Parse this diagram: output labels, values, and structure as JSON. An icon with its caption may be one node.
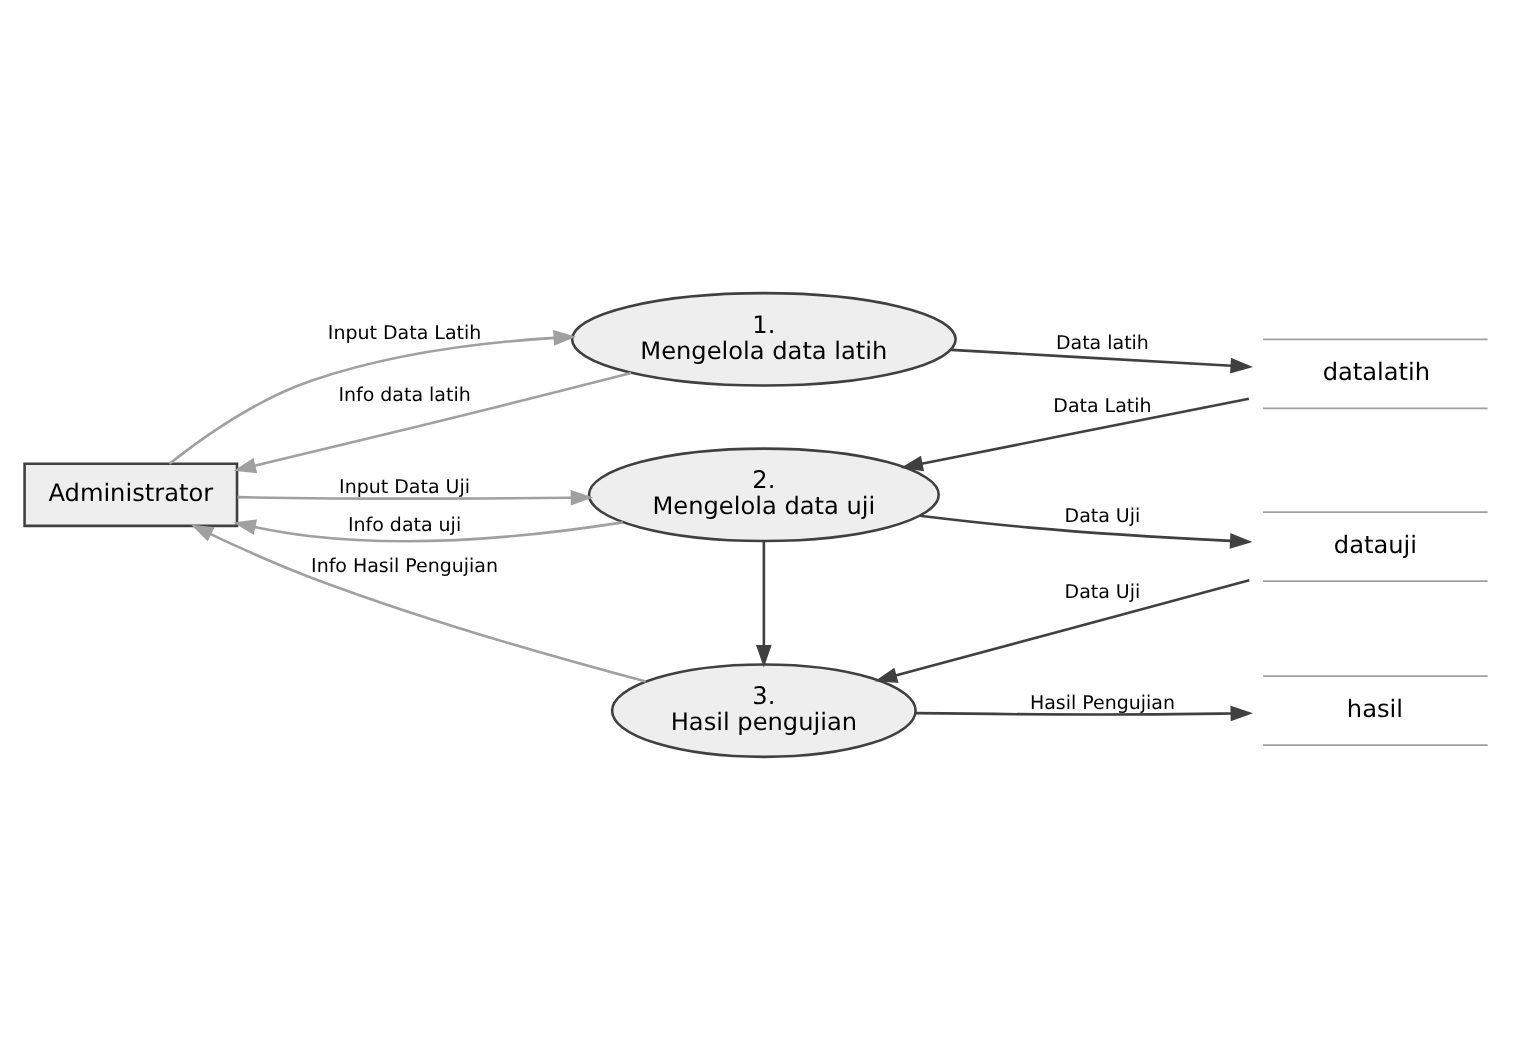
{
  "diagram": {
    "nodes": [
      {
        "text": [
          "Administrator"
        ]
      },
      {
        "text": [
          "1.",
          "Mengelola data latih"
        ]
      },
      {
        "text": [
          "datalatih"
        ]
      },
      {
        "text": [
          "2.",
          "Mengelola data uji"
        ]
      },
      {
        "text": [
          "datauji"
        ]
      },
      {
        "text": [
          "3.",
          "Hasil pengujian"
        ]
      },
      {
        "text": [
          "hasil"
        ]
      }
    ],
    "edges": [
      {
        "from": 0,
        "to": 1,
        "arrow": "to",
        "label": "Input Data Latih",
        "color": "#a0a0a0"
      },
      {
        "from": 1,
        "to": 0,
        "arrow": "to",
        "label": "Info data latih",
        "color": "#a0a0a0"
      },
      {
        "from": 1,
        "to": 2,
        "arrow": "to",
        "label": "Data latih"
      },
      {
        "from": 2,
        "to": 3,
        "arrow": "to",
        "label": "Data Latih"
      },
      {
        "from": 0,
        "to": 3,
        "arrow": "to",
        "label": "Input Data Uji",
        "color": "#a0a0a0"
      },
      {
        "from": 3,
        "to": 0,
        "arrow": "to",
        "label": "Info data uji",
        "color": "#a0a0a0"
      },
      {
        "from": 3,
        "to": 4,
        "arrow": "to",
        "label": "Data Uji"
      },
      {
        "from": 3,
        "to": 5,
        "arrow": "to"
      },
      {
        "from": 4,
        "to": 5,
        "arrow": "to",
        "label": "Data Uji"
      },
      {
        "from": 5,
        "to": 0,
        "arrow": "to",
        "label": "Info Hasil Pengujian",
        "color": "#a0a0a0"
      },
      {
        "from": 5,
        "to": 6,
        "arrow": "to",
        "label": "Hasil Pengujian"
      }
    ]
  }
}
